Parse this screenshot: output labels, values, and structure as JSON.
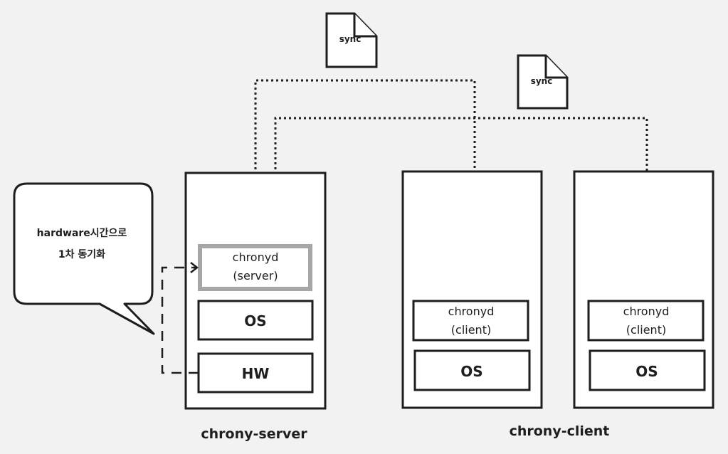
{
  "diagram": {
    "sync_docs": [
      {
        "label": "sync",
        "icon": "document-icon"
      },
      {
        "label": "sync",
        "icon": "document-icon"
      }
    ],
    "callout": {
      "line1": "hardware시간으로",
      "line2": "1차 동기화"
    },
    "server": {
      "label": "chrony-server",
      "chronyd_line1": "chronyd",
      "chronyd_line2": "(server)",
      "os": "OS",
      "hw": "HW",
      "highlight_color": "#a6a6a6"
    },
    "clients": [
      {
        "chronyd_line1": "chronyd",
        "chronyd_line2": "(client)",
        "os": "OS"
      },
      {
        "chronyd_line1": "chronyd",
        "chronyd_line2": "(client)",
        "os": "OS"
      }
    ],
    "clients_label": "chrony-client",
    "colors": {
      "background": "#f2f2f2",
      "stroke": "#1e1e1e",
      "fill": "#ffffff"
    }
  }
}
